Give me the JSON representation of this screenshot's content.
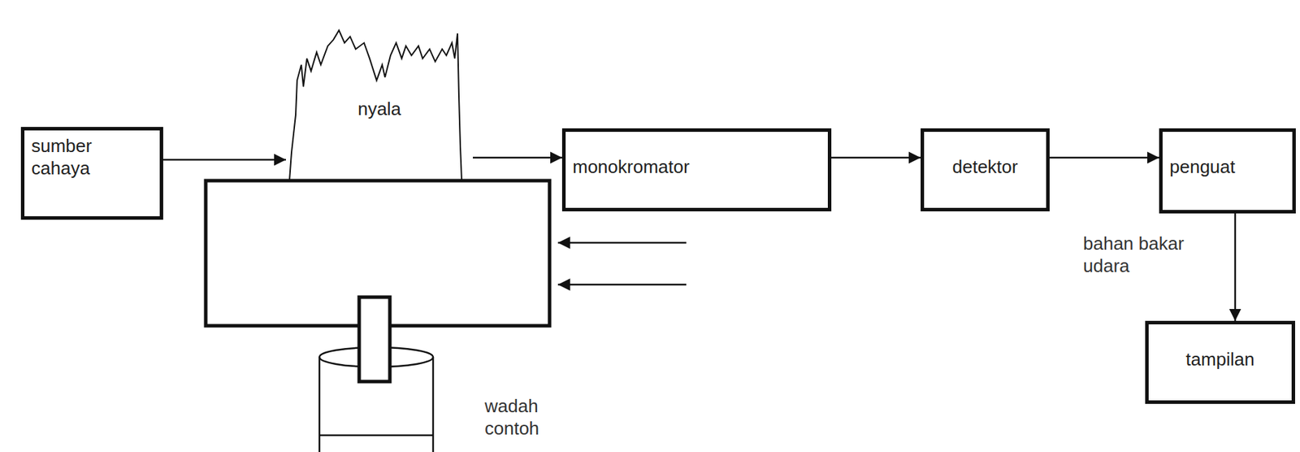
{
  "diagram": {
    "nodes": [
      {
        "text": [
          "sumber cahaya"
        ]
      },
      {
        "text": [
          "nyala"
        ]
      },
      {
        "text": [
          "monokromator"
        ]
      },
      {
        "text": [
          "detektor"
        ]
      },
      {
        "text": [
          "penguat"
        ]
      },
      {
        "text": [
          "tampilan"
        ]
      }
    ],
    "edges": [
      {
        "from": 0,
        "to": 1,
        "arrow": "to"
      },
      {
        "from": 1,
        "to": 2,
        "arrow": "to"
      },
      {
        "from": 2,
        "to": 3,
        "arrow": "to"
      },
      {
        "from": 3,
        "to": 4,
        "arrow": "to"
      },
      {
        "from": 4,
        "to": 5,
        "arrow": "to"
      }
    ],
    "labels": [
      "bahan bakar udara",
      "wadah contoh"
    ]
  }
}
